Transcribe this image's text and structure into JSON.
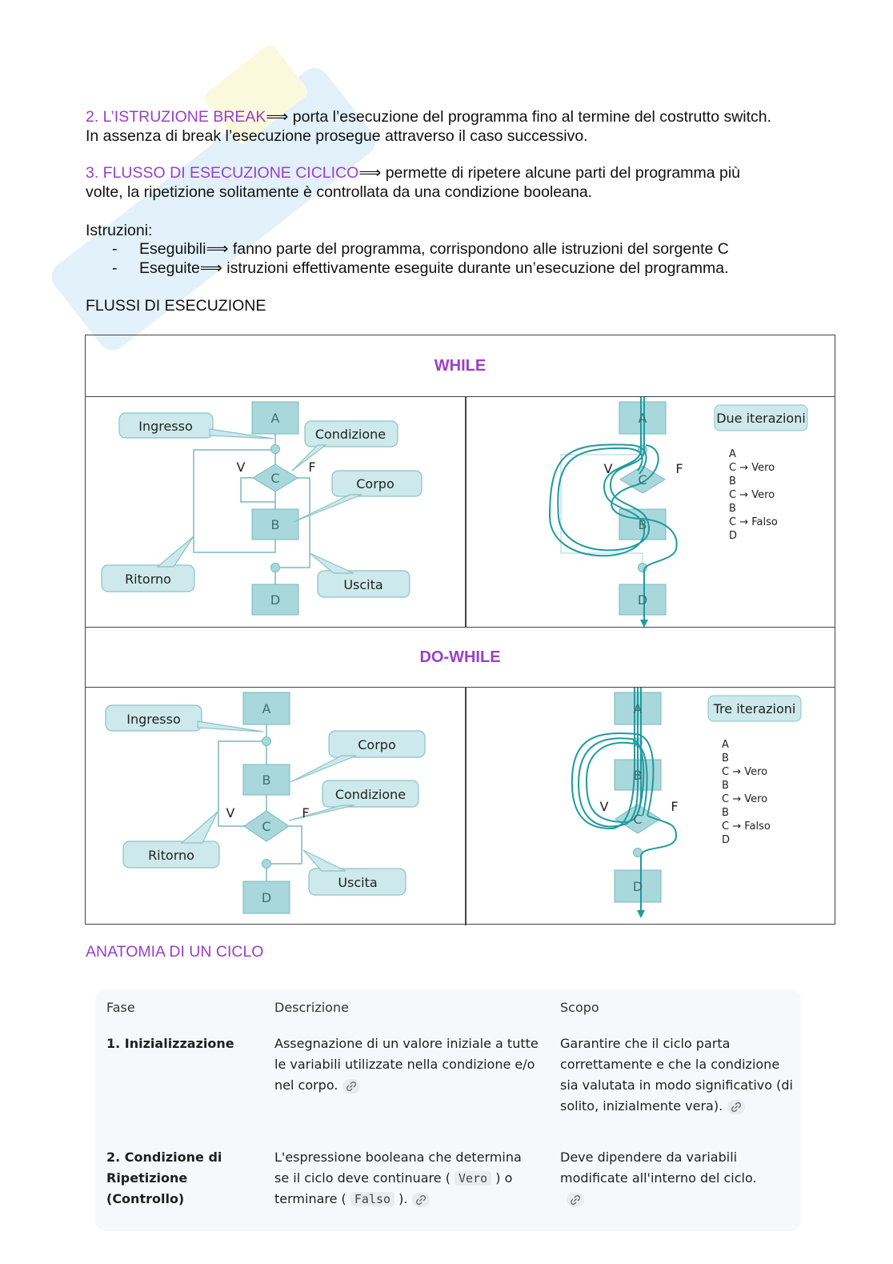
{
  "paragraphs": {
    "break_heading": "2. L’ISTRUZIONE BREAK",
    "break_text": "⟹ porta l’esecuzione del programma fino al termine del costrutto switch.",
    "break_text2": "In assenza di break l’esecuzione prosegue attraverso il caso successivo.",
    "ciclico_heading": "3. FLUSSO DI ESECUZIONE CICLICO",
    "ciclico_text": "⟹ permette di ripetere alcune parti del programma più",
    "ciclico_text2": "volte, la ripetizione solitamente è controllata da una condizione booleana.",
    "istruzioni_label": "Istruzioni:",
    "bullets": [
      {
        "dash": "-",
        "text": "Eseguibili⟹ fanno parte del programma, corrispondono alle istruzioni del sorgente C"
      },
      {
        "dash": "-",
        "text": "Eseguite⟹ istruzioni effettivamente eseguite durante un’esecuzione del programma."
      }
    ],
    "flussi_heading": "FLUSSI DI ESECUZIONE"
  },
  "flow_table": {
    "while_header": "WHILE",
    "dowhile_header": "DO-WHILE",
    "while_left": {
      "A": "A",
      "B": "B",
      "C": "C",
      "D": "D",
      "V": "V",
      "F": "F",
      "ingresso": "Ingresso",
      "condizione": "Condizione",
      "corpo": "Corpo",
      "ritorno": "Ritorno",
      "uscita": "Uscita"
    },
    "while_right": {
      "A": "A",
      "B": "B",
      "C": "C",
      "D": "D",
      "V": "V",
      "F": "F",
      "badge": "Due iterazioni",
      "trace": [
        "A",
        "C → Vero",
        "B",
        "C → Vero",
        "B",
        "C → Falso",
        "D"
      ]
    },
    "dowhile_left": {
      "A": "A",
      "B": "B",
      "C": "C",
      "D": "D",
      "V": "V",
      "F": "F",
      "ingresso": "Ingresso",
      "corpo": "Corpo",
      "condizione": "Condizione",
      "ritorno": "Ritorno",
      "uscita": "Uscita"
    },
    "dowhile_right": {
      "A": "A",
      "B": "B",
      "C": "C",
      "D": "D",
      "V": "V",
      "F": "F",
      "badge": "Tre iterazioni",
      "trace": [
        "A",
        "B",
        "C → Vero",
        "B",
        "C → Vero",
        "B",
        "C → Falso",
        "D"
      ]
    }
  },
  "anatomia": {
    "title": "ANATOMIA DI UN CICLO",
    "headers": {
      "fase": "Fase",
      "descrizione": "Descrizione",
      "scopo": "Scopo"
    },
    "rows": [
      {
        "fase": "1. Inizializzazione",
        "desc_lines": [
          "Assegnazione di un valore iniziale a tutte",
          "le variabili utilizzate nella condizione e/o",
          "nel corpo."
        ],
        "scopo_lines": [
          "Garantire che il ciclo parta",
          "correttamente e che la condizione",
          "sia valutata in modo significativo (di",
          "solito, inizialmente vera)."
        ]
      },
      {
        "fase_lines": [
          "2. Condizione di",
          "Ripetizione",
          "(Controllo)"
        ],
        "desc_l1": "L'espressione booleana che determina",
        "desc_l2a": "se il ciclo deve continuare (",
        "desc_code1": "Vero",
        "desc_l2b": ") o",
        "desc_l3a": "terminare (",
        "desc_code2": "Falso",
        "desc_l3b": ").",
        "scopo_lines": [
          "Deve dipendere da variabili",
          "modificate all'interno del ciclo."
        ]
      }
    ]
  },
  "colors": {
    "accent_purple": "#9a3fc9",
    "box_fill": "#a8d8db",
    "box_stroke": "#6fb3b8",
    "trace_teal": "#1e9aa0"
  }
}
